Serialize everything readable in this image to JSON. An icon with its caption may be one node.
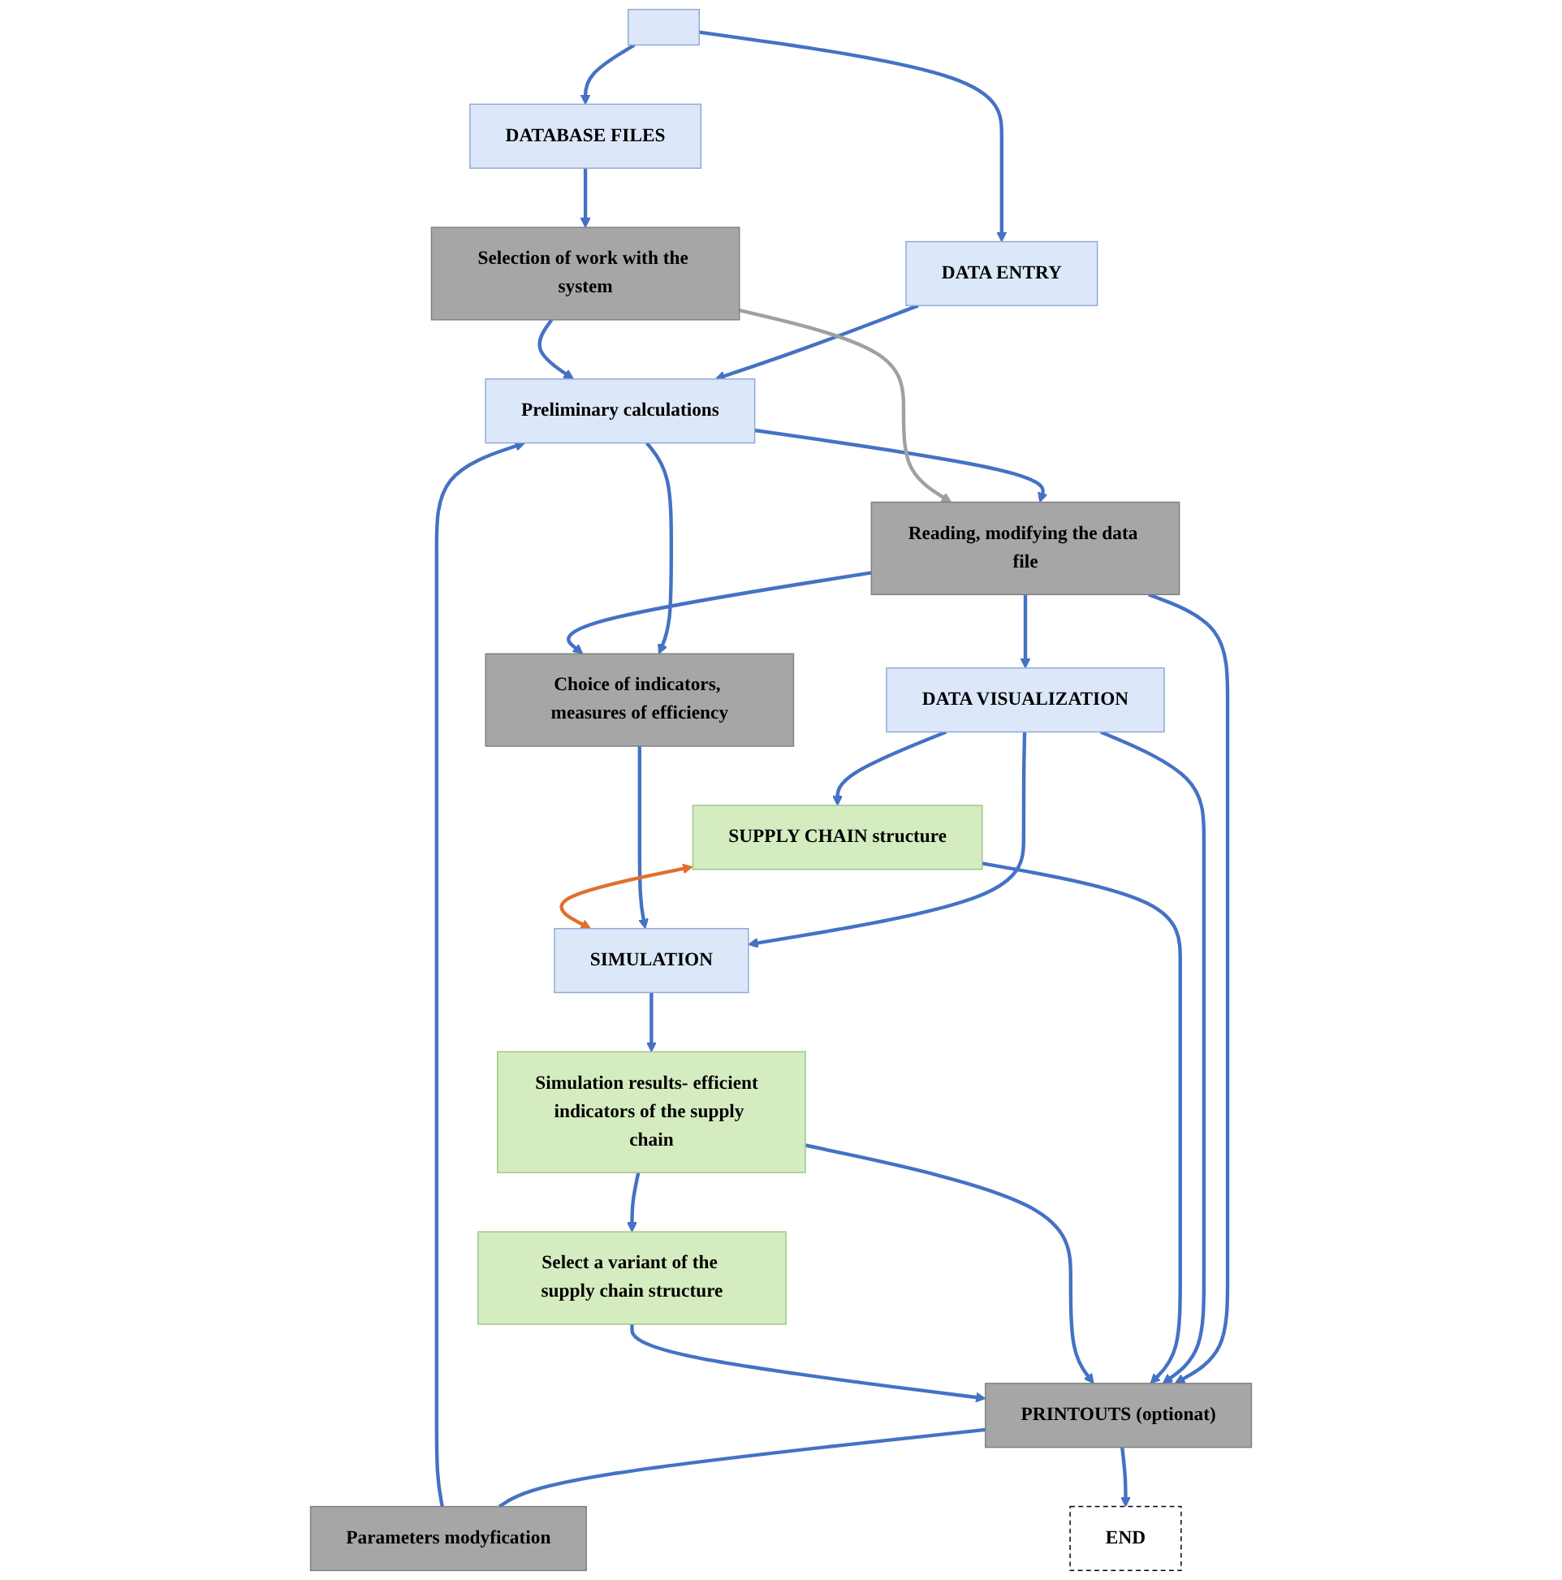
{
  "diagram": {
    "nodes": [
      {
        "text": [],
        "shape": "box"
      },
      {
        "text": [
          "DATABASE FILES"
        ]
      },
      {
        "text": [
          "DATA  ENTRY"
        ]
      },
      {
        "text": [
          "Selection of work with the system"
        ]
      },
      {
        "text": [
          "Preliminary calculations"
        ]
      },
      {
        "text": [
          "Reading, modifying the data file"
        ]
      },
      {
        "text": [
          "Choice of indicators, measures of efficiency"
        ]
      },
      {
        "text": [
          "DATA  VISUALIZATION"
        ]
      },
      {
        "text": [
          "SUPPLY CHAIN structure"
        ]
      },
      {
        "text": [
          "SIMULATION"
        ]
      },
      {
        "text": [
          "Parameters modyfication"
        ]
      },
      {
        "text": [
          "Simulation results- efficient  indicators of the supply chain"
        ]
      },
      {
        "text": [
          "Select a variant of the supply chain structure"
        ]
      },
      {
        "text": [
          "PRINTOUTS (optionat)"
        ]
      },
      {
        "text": [
          "END"
        ]
      }
    ],
    "edges": [
      {
        "from": 0,
        "to": 1,
        "arrow": "to"
      },
      {
        "from": 0,
        "to": 2,
        "arrow": "to"
      },
      {
        "from": 1,
        "to": 3,
        "arrow": "to"
      },
      {
        "from": 2,
        "to": 4,
        "arrow": "to"
      },
      {
        "from": 3,
        "to": 4,
        "arrow": "to"
      },
      {
        "from": 4,
        "to": 5,
        "arrow": "to"
      },
      {
        "from": 4,
        "to": 6,
        "arrow": "to"
      },
      {
        "from": 3,
        "to": 5,
        "arrow": "to",
        "color": "#a0a0a0"
      },
      {
        "from": 5,
        "to": 6,
        "arrow": "to"
      },
      {
        "from": 5,
        "to": 13,
        "arrow": "to"
      },
      {
        "from": 5,
        "to": 7,
        "arrow": "to"
      },
      {
        "from": 7,
        "to": 13,
        "arrow": "to"
      },
      {
        "from": 7,
        "to": 8,
        "arrow": "to"
      },
      {
        "from": 7,
        "to": 9,
        "arrow": "to"
      },
      {
        "from": 6,
        "to": 9,
        "arrow": "to"
      },
      {
        "from": 8,
        "to": 9,
        "arrow": "both",
        "color": "#e0702c"
      },
      {
        "from": 8,
        "to": 13,
        "arrow": "to"
      },
      {
        "from": 9,
        "to": 11,
        "arrow": "to"
      },
      {
        "from": 11,
        "to": 12,
        "arrow": "to"
      },
      {
        "from": 11,
        "to": 13,
        "arrow": "to"
      },
      {
        "from": 12,
        "to": 13,
        "arrow": "to"
      },
      {
        "from": 13,
        "to": 10,
        "arrow": "none"
      },
      {
        "from": 10,
        "to": 4,
        "arrow": "to"
      },
      {
        "from": 13,
        "to": 14,
        "arrow": "to"
      }
    ]
  }
}
